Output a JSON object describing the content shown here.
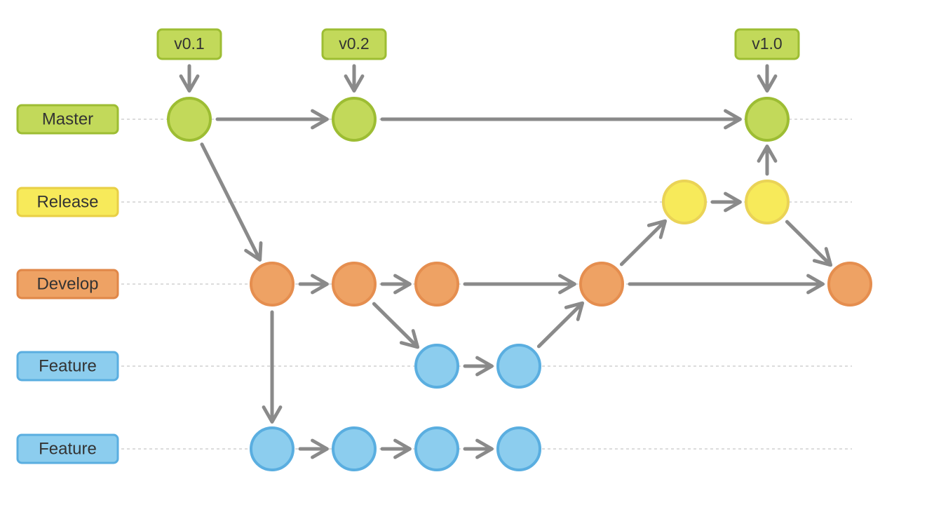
{
  "lanes": [
    {
      "id": "master",
      "label": "Master",
      "fill": "#c2d95a",
      "stroke": "#9dbd33",
      "node_fill": "#c2d95a",
      "node_stroke": "#9dbd33"
    },
    {
      "id": "release",
      "label": "Release",
      "fill": "#f7ea5a",
      "stroke": "#e8cf45",
      "node_fill": "#f7ea5a",
      "node_stroke": "#ead356"
    },
    {
      "id": "develop",
      "label": "Develop",
      "fill": "#eea264",
      "stroke": "#e08748",
      "node_fill": "#eea264",
      "node_stroke": "#e58e4f"
    },
    {
      "id": "feature1",
      "label": "Feature",
      "fill": "#8ccdee",
      "stroke": "#5aaee0",
      "node_fill": "#8ccdee",
      "node_stroke": "#5aaee0"
    },
    {
      "id": "feature2",
      "label": "Feature",
      "fill": "#8ccdee",
      "stroke": "#5aaee0",
      "node_fill": "#8ccdee",
      "node_stroke": "#5aaee0"
    }
  ],
  "tags": [
    {
      "label": "v0.1",
      "commit": "m1"
    },
    {
      "label": "v0.2",
      "commit": "m2"
    },
    {
      "label": "v1.0",
      "commit": "m3"
    }
  ],
  "commits": [
    {
      "id": "m1",
      "lane": "master"
    },
    {
      "id": "m2",
      "lane": "master"
    },
    {
      "id": "m3",
      "lane": "master"
    },
    {
      "id": "r1",
      "lane": "release"
    },
    {
      "id": "r2",
      "lane": "release"
    },
    {
      "id": "d1",
      "lane": "develop"
    },
    {
      "id": "d2",
      "lane": "develop"
    },
    {
      "id": "d3",
      "lane": "develop"
    },
    {
      "id": "d4",
      "lane": "develop"
    },
    {
      "id": "d5",
      "lane": "develop"
    },
    {
      "id": "fa1",
      "lane": "feature1"
    },
    {
      "id": "fa2",
      "lane": "feature1"
    },
    {
      "id": "fb1",
      "lane": "feature2"
    },
    {
      "id": "fb2",
      "lane": "feature2"
    },
    {
      "id": "fb3",
      "lane": "feature2"
    },
    {
      "id": "fb4",
      "lane": "feature2"
    }
  ],
  "edges": [
    {
      "from": "m1",
      "to": "m2"
    },
    {
      "from": "m2",
      "to": "m3"
    },
    {
      "from": "m1",
      "to": "d1"
    },
    {
      "from": "d1",
      "to": "d2"
    },
    {
      "from": "d2",
      "to": "d3"
    },
    {
      "from": "d3",
      "to": "d4"
    },
    {
      "from": "d4",
      "to": "d5"
    },
    {
      "from": "d2",
      "to": "fa1"
    },
    {
      "from": "fa1",
      "to": "fa2"
    },
    {
      "from": "fa2",
      "to": "d4"
    },
    {
      "from": "d1",
      "to": "fb1"
    },
    {
      "from": "fb1",
      "to": "fb2"
    },
    {
      "from": "fb2",
      "to": "fb3"
    },
    {
      "from": "fb3",
      "to": "fb4"
    },
    {
      "from": "d4",
      "to": "r1"
    },
    {
      "from": "r1",
      "to": "r2"
    },
    {
      "from": "r2",
      "to": "m3"
    },
    {
      "from": "r2",
      "to": "d5"
    }
  ],
  "colors": {
    "arrow": "#8a8a8a",
    "lane_line": "#c8c8c8",
    "tag_fill": "#c2d95a",
    "tag_stroke": "#9dbd33",
    "label_text": "#333333"
  }
}
